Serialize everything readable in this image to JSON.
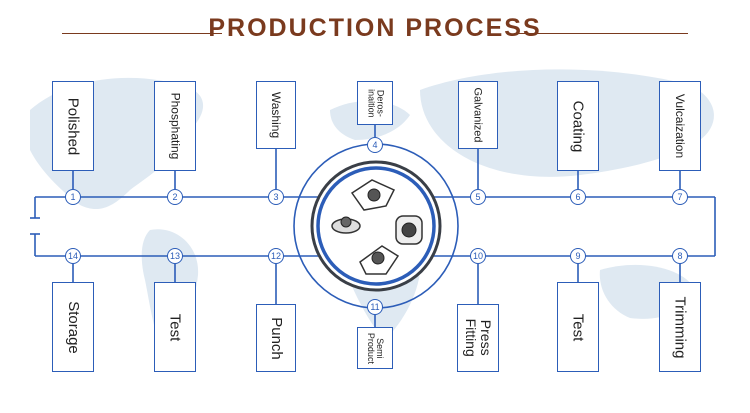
{
  "title": "PRODUCTION PROCESS",
  "colors": {
    "line": "#2c5db8",
    "title": "#7a3a1e",
    "map": "#dfe9f2",
    "hub_dark": "#3a3f47"
  },
  "steps": [
    {
      "num": "1",
      "label": "Polished"
    },
    {
      "num": "2",
      "label": "Phosphating"
    },
    {
      "num": "3",
      "label": "Washing"
    },
    {
      "num": "4",
      "label": "Deros-\ninaition"
    },
    {
      "num": "5",
      "label": "Galvanized"
    },
    {
      "num": "6",
      "label": "Coating"
    },
    {
      "num": "7",
      "label": "Vulcaization"
    },
    {
      "num": "8",
      "label": "Trimming"
    },
    {
      "num": "9",
      "label": "Test"
    },
    {
      "num": "10",
      "label": "Press\nFitting"
    },
    {
      "num": "11",
      "label": "Semi\nProduct"
    },
    {
      "num": "12",
      "label": "Punch"
    },
    {
      "num": "13",
      "label": "Test"
    },
    {
      "num": "14",
      "label": "Storage"
    }
  ]
}
